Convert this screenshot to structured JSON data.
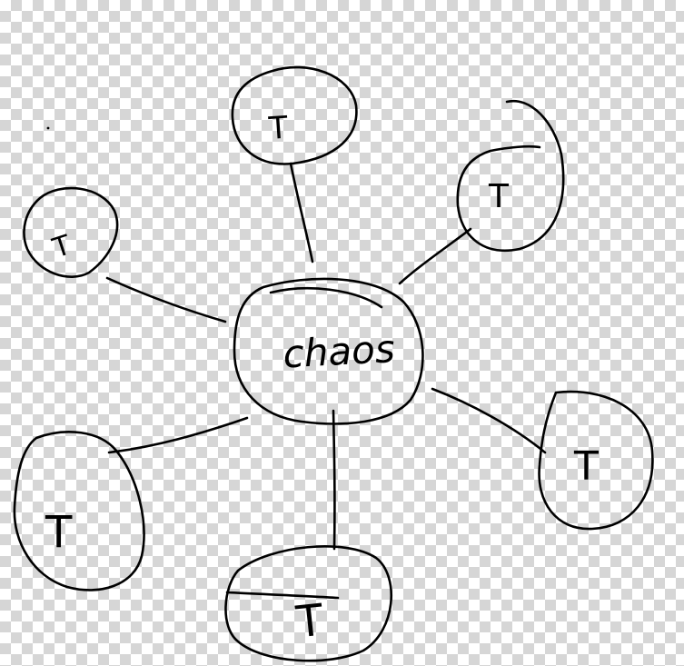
{
  "diagram": {
    "center": {
      "label": "chaos"
    },
    "leaves": [
      {
        "id": "top",
        "label": "T"
      },
      {
        "id": "top-right",
        "label": "T"
      },
      {
        "id": "upper-left",
        "label": "T"
      },
      {
        "id": "right",
        "label": "T"
      },
      {
        "id": "bottom",
        "label": "T"
      },
      {
        "id": "bottom-left",
        "label": "T"
      }
    ],
    "stroke_color": "#000000",
    "background": "transparent-checkerboard"
  }
}
